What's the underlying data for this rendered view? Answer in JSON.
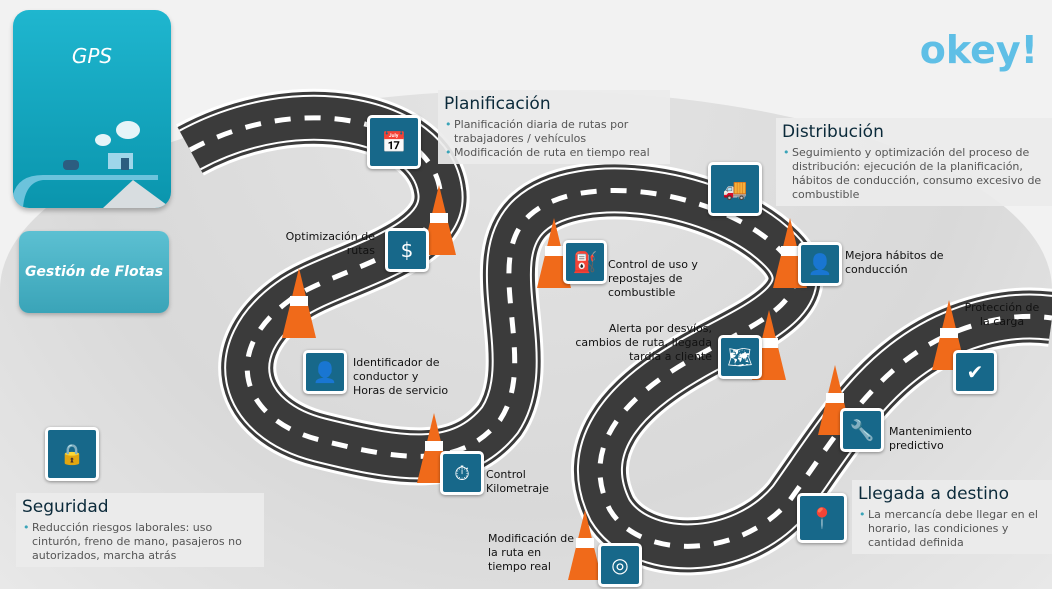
{
  "gps_title": "GPS",
  "gestion_title": "Gestión de Flotas",
  "planificacion": {
    "title": "Planificación",
    "items": [
      "Planificación diaria de rutas por trabajadores / vehículos",
      "Modificación de ruta en tiempo real"
    ]
  },
  "distribucion": {
    "title": "Distribución",
    "items": [
      "Seguimiento y optimización del proceso de distribución: ejecución de la planificación, hábitos de conducción, consumo excesivo de combustible"
    ]
  },
  "seguridad": {
    "title": "Seguridad",
    "items": [
      "Reducción riesgos laborales: uso cinturón, freno de mano, pasajeros no autorizados, marcha atrás"
    ]
  },
  "llegada": {
    "title": "Llegada a destino",
    "items": [
      "La mercancía debe llegar en el horario, las condiciones y cantidad definida"
    ]
  },
  "labels": {
    "optimizacion": "Optimización de rutas",
    "identificador": "Identificador de conductor y Horas de servicio",
    "kilometraje": "Control Kilometraje",
    "modificacion": "Modificación de la ruta en tiempo real",
    "combustible": "Control de uso y repostajes de combustible",
    "alerta": "Alerta por desvíos, cambios de ruta, llegada tardía a cliente",
    "habitos": "Mejora hábitos de conducción",
    "proteccion": "Protección de la carga",
    "mantenimiento": "Mantenimiento predictivo"
  },
  "logo_text": "okey!",
  "colors": {
    "accent": "#17688a",
    "teal": "#0a95ad",
    "cone": "#f06a1a",
    "road": "#3b3b3b"
  }
}
